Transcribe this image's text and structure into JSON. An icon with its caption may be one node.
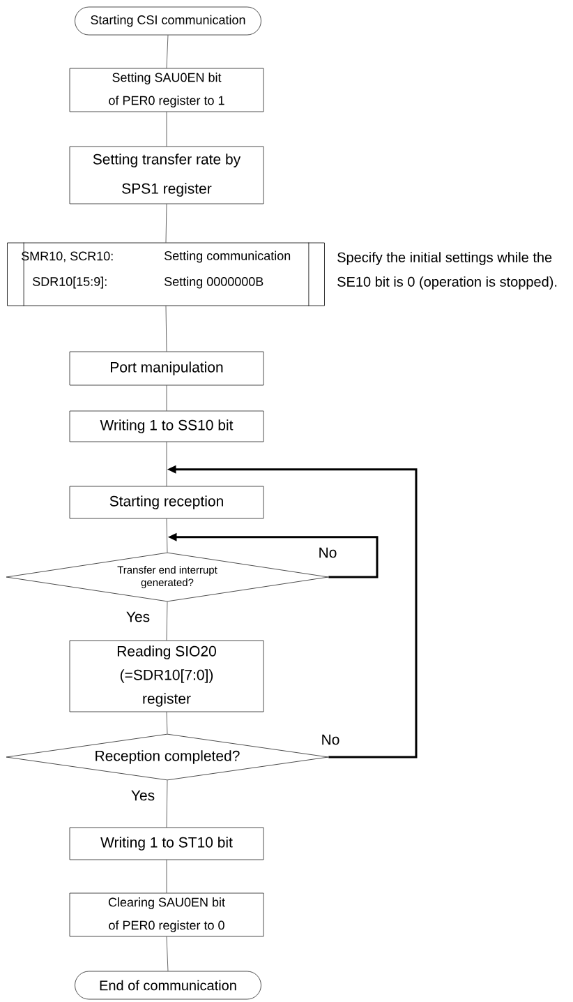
{
  "diagram": {
    "nodes": [
      {
        "text": [
          "Starting CSI communication"
        ]
      },
      {
        "text": [
          "Setting SAU0EN bit of PER0 register to 1"
        ]
      },
      {
        "text": [
          "Setting transfer rate by SPS1 register"
        ]
      },
      {
        "text": [
          "SMR10, SCR10:",
          "Setting communication",
          "SDR10[15:9]:",
          "Setting 0000000B"
        ],
        "beside": [
          "Specify the initial settings while the SE10 bit is 0 (operation is stopped)."
        ]
      },
      {
        "text": [
          "Port manipulation"
        ]
      },
      {
        "text": [
          "Writing 1 to SS10 bit"
        ]
      },
      {
        "text": [
          "Starting reception"
        ]
      },
      {
        "text": [
          "Transfer end interrupt generated?"
        ]
      },
      {
        "text": [
          "Reading SIO20 (=SDR10[7:0]) register"
        ]
      },
      {
        "text": [
          "Reception completed?"
        ]
      },
      {
        "text": [
          "Writing 1 to ST10 bit"
        ]
      },
      {
        "text": [
          "Clearing SAU0EN bit of PER0 register to 0"
        ]
      },
      {
        "text": [
          "End of communication"
        ]
      }
    ],
    "edges": [
      {
        "from": 0,
        "to": 1,
        "arrow": "none"
      },
      {
        "from": 1,
        "to": 2,
        "arrow": "none"
      },
      {
        "from": 2,
        "to": 3,
        "arrow": "none"
      },
      {
        "from": 3,
        "to": 4,
        "arrow": "none"
      },
      {
        "from": 4,
        "to": 5,
        "arrow": "none"
      },
      {
        "from": 5,
        "to": 6,
        "arrow": "none"
      },
      {
        "from": 6,
        "to": 7,
        "arrow": "none"
      },
      {
        "from": 7,
        "to": 8,
        "arrow": "none",
        "label": "Yes"
      },
      {
        "from": 8,
        "to": 9,
        "arrow": "none"
      },
      {
        "from": 9,
        "to": 10,
        "arrow": "none",
        "label": "Yes"
      },
      {
        "from": 10,
        "to": 11,
        "arrow": "none"
      },
      {
        "from": 11,
        "to": 12,
        "arrow": "none"
      },
      {
        "from": 7,
        "to": 7,
        "arrow": "to",
        "label": "No",
        "style": "thick"
      },
      {
        "from": 9,
        "to": 6,
        "arrow": "to",
        "label": "No",
        "style": "thick"
      }
    ]
  }
}
